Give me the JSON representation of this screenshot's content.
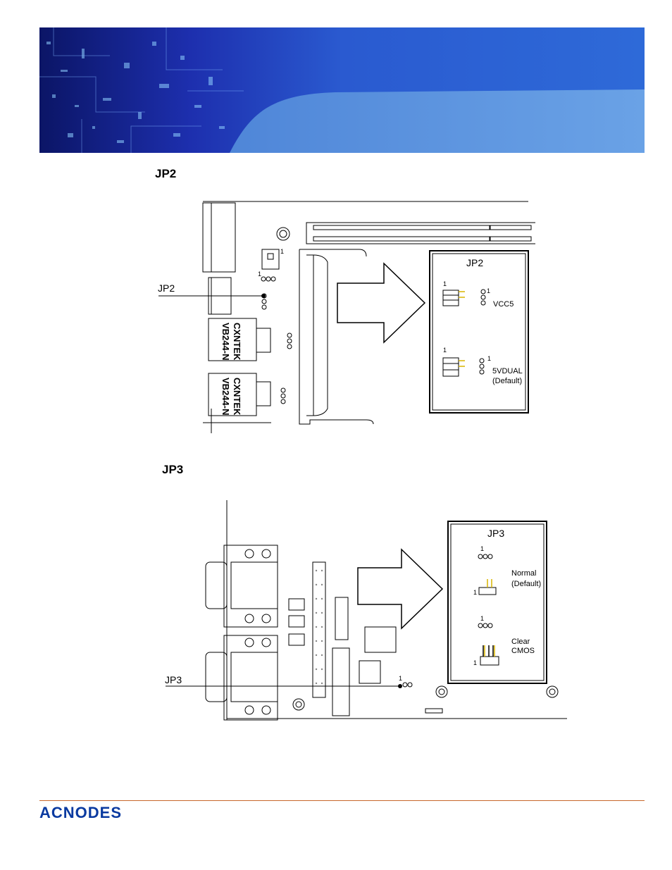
{
  "sections": {
    "jp2": {
      "heading": "JP2",
      "callout_label": "JP2",
      "inset_title": "JP2",
      "pin_one": "1",
      "options": [
        "VCC5",
        "5VDUAL",
        "(Default)"
      ],
      "chip_text": [
        "CXNTEK",
        "VB244-N"
      ]
    },
    "jp3": {
      "heading": "JP3",
      "callout_label": "JP3",
      "inset_title": "JP3",
      "pin_one": "1",
      "options": [
        "Normal",
        "(Default)",
        "Clear",
        "CMOS"
      ]
    }
  },
  "footer": {
    "logo_text": "ACNODES"
  },
  "colors": {
    "banner_dark": "#0a1a6e",
    "banner_light": "#5c93dc",
    "footer_rule": "#c8662a",
    "jumper_yellow": "#d8b400"
  }
}
